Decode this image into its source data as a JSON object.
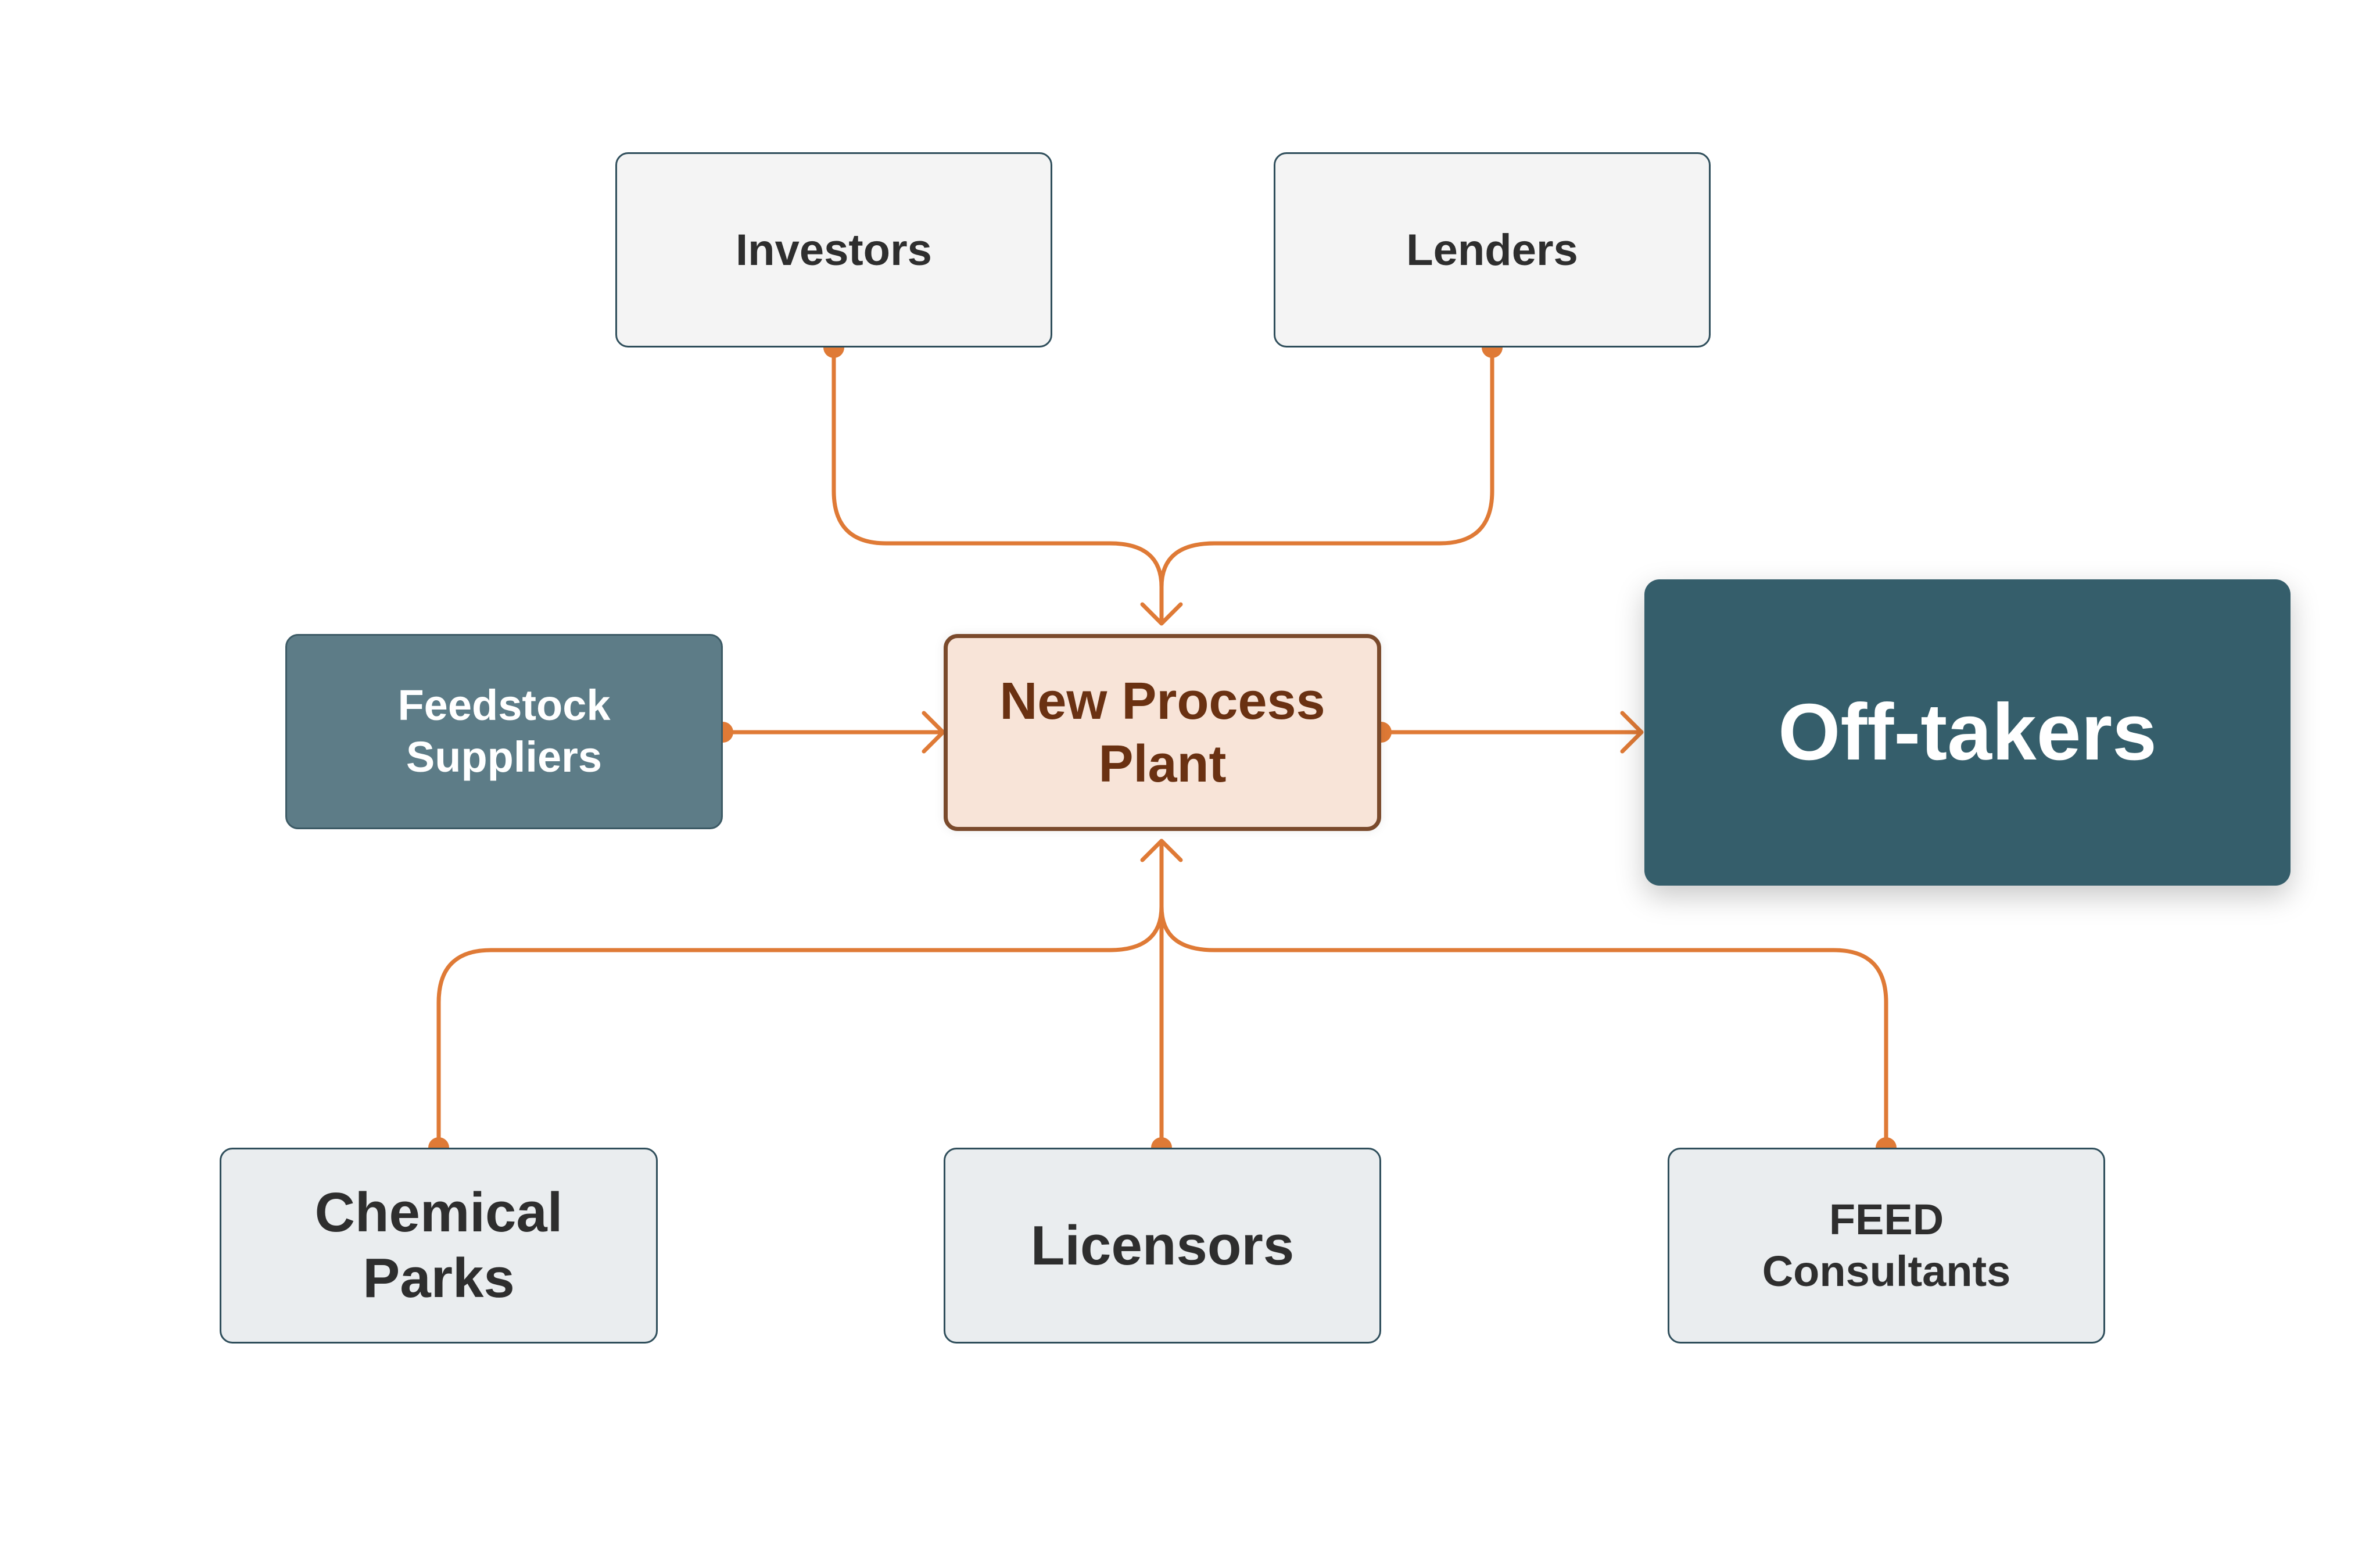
{
  "diagram": {
    "nodes": {
      "investors": "Investors",
      "lenders": "Lenders",
      "feedstock": "Feedstock\nSuppliers",
      "plant": "New Process\nPlant",
      "offtakers": "Off-takers",
      "chemical": "Chemical\nParks",
      "licensors": "Licensors",
      "feed": "FEED\nConsultants"
    },
    "edges": [
      {
        "from": "Investors",
        "to": "New Process Plant"
      },
      {
        "from": "Lenders",
        "to": "New Process Plant"
      },
      {
        "from": "Feedstock Suppliers",
        "to": "New Process Plant"
      },
      {
        "from": "New Process Plant",
        "to": "Off-takers"
      },
      {
        "from": "Chemical Parks",
        "to": "New Process Plant"
      },
      {
        "from": "Licensors",
        "to": "New Process Plant"
      },
      {
        "from": "FEED Consultants",
        "to": "New Process Plant"
      }
    ],
    "colors": {
      "connector": "#df7a36",
      "center_fill": "#f8e4d8",
      "offtakers_fill": "#355e6b",
      "feedstock_fill": "#5d7c87"
    }
  }
}
